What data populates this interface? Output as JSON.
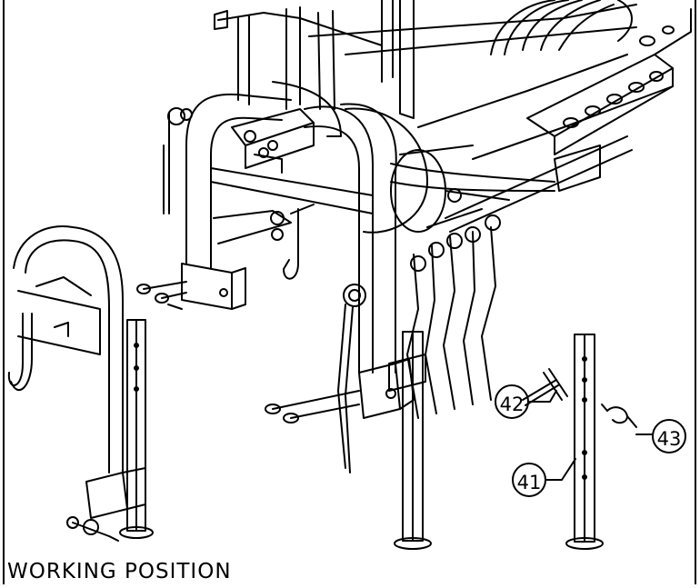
{
  "caption": "WORKING POSITION",
  "callouts": [
    {
      "id": "42",
      "label": "42"
    },
    {
      "id": "43",
      "label": "43"
    },
    {
      "id": "41",
      "label": "41"
    }
  ],
  "colors": {
    "line": "#000000",
    "background": "#ffffff"
  }
}
